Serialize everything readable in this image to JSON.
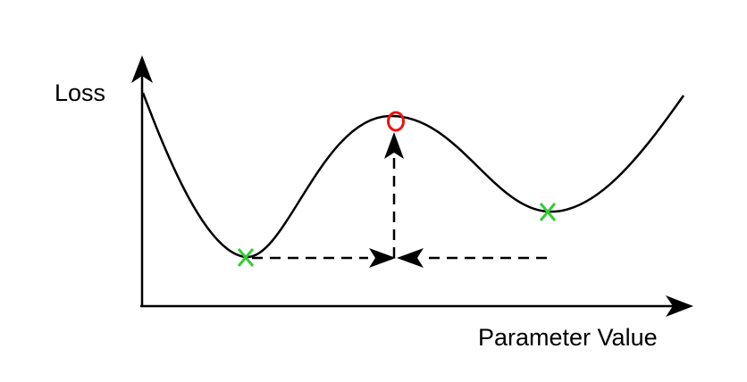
{
  "labels": {
    "y_axis": "Loss",
    "x_axis": "Parameter Value"
  },
  "colors": {
    "curve": "#000000",
    "axis": "#000000",
    "minimum_marker": "#33cc33",
    "maximum_marker": "#ee1111",
    "arrow": "#000000"
  },
  "markers": {
    "global_minimum": "x",
    "local_minimum": "x",
    "local_maximum": "o"
  }
}
